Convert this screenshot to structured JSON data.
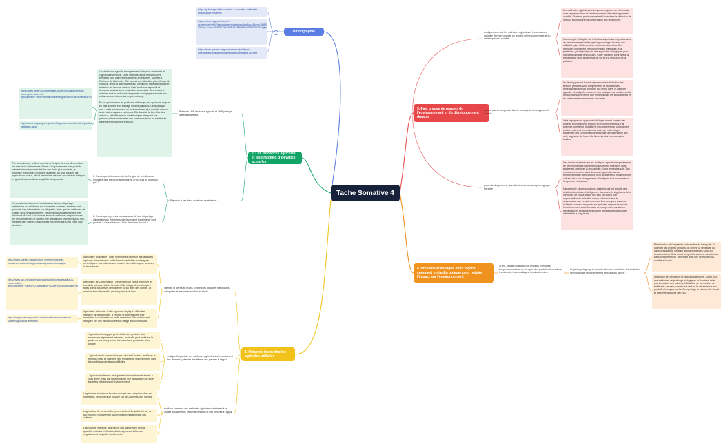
{
  "central": "Tache Somative 4",
  "bibliographie": {
    "title": "Bibliographie",
    "links": [
      "https://guide-agriculture.com/les-5-nouvelles-methodes-dagriculture-moderne/",
      "https://www.bing.com/search?q=methode+d%27agriculture+contemporaine&qs=&form=QBRE&sp=-1&lq=0&pq=methode+d%27agriculture+contemporaine&sc=0-35&sk=&cvid=7D18BC0DCB7E4B7EBDE6ADD8FDE47F8&ghsh=0&ghacc=0&ghpl=",
      "https://www.quebec.ca/gouvernement/politiques-orientations/politique-bioalimentaire/agriculture-durable"
    ]
  },
  "tendances": {
    "title": "2. Les tendances agricoles et les pratiques d'élevages actuelles",
    "presente": "Présente UNE tendance agricole et UNE pratique d'élevage actuelle.",
    "tendance_text": "Une tendance agricole émergente est l'adoption croissante de l'agriculture verticale. Cette méthode utilise des structures empilées pour cultiver des aliments en étagères, souvent à l'intérieur de bâtiments. Elle permet une utilisation plus efficace de l'espace, réduit la dépendance aux conditions météorologiques et minimise les besoins en eau. Cette tendance répond à la demande croissante de production alimentaire dans les zones urbaines tout en réduisant l'empreinte écologique associée aux cultures conventionnelles en plein champ.\n\nEn ce qui concerne les pratiques d'élevage, une approche de plus en plus adoptée est l'élevage en libre parcours. Cette pratique vise à offrir aux animaux un environnement plus naturel, avec un accès à des espaces extérieurs. Elle favorise le bien-être des animaux, réduit le besoin d'antibiotiques et répond aux préoccupations croissantes des consommateurs en matière de traitement éthique des animaux.",
    "link1": "https://www.cengn.ca/information-centre/innovation/vertical-farming-the-future-of-agriculture/#:~:text=Vertical%20farming%20is%20an%20indoor%20farming%20practice%20that,the%20same%20amount%20of%20land%20%25%20some%20%20then%20near%20",
    "link2": "https://www.mapaq.gouv.qc.ca/fr/Regions/montreal/articles/production/Pages/fermes-verticales.aspx",
    "repondre": "Réponds à ces deux questions de réflexion :",
    "q1": "1. Est-ce que tu tiens compte de l'origine de tes aliments lorsque tu fais tes choix alimentaires ? Pourquoi ou pourquoi pas ?",
    "a1": "Personnellement, je tiens compte de l'origine de mes aliments lors de mes choix alimentaires. Savoir d'où proviennent mes produits alimentaires me permet de faire des choix plus informés, je privilégie les sources locales et durables, car cela soutient les agriculteurs locaux, réduit l'empreinte carbone associée au transport et garantit une meilleure traçabilité des produits.",
    "q2": "2. Est-ce que tu prends connaissance de tout étiquetage alimentaire qui t'informe sur la façon dont les aliments sont produits ? Cela influence-t-il tes décisions d'achat ?",
    "a2": "Je prends effectivement connaissance de tout étiquetage alimentaire qui m'informe sur la manière dont mes aliments sont produits. Les informations sur l'étiquette, telles que les méthodes de culture ou d'élevage utilisées, influencent considérablement mes décisions d'achat. Les produits issus de méthodes respectueuses de l'environnement et du bien-être animal sont prioritaires pour moi, reflétant mes valeurs personnelles et contribuant à des choix plus durables."
  },
  "methodes": {
    "title": "1. Présente les méthodes agricoles utilisées",
    "identifie": "Identifie et décris au moins 3 méthodes agricoles spécifiques, adéquates et associées à celles à l'étude",
    "bio": "Agriculture Biologique : Cette méthode se base sur des pratiques agricoles durables sans l'utilisation de pesticides ou d'engrais synthétiques. Les cultures sont souvent diversifiées pour favoriser la biodiversité.",
    "conservation": "Agriculture de Conservation : Cette méthode vise à minimiser le travail du sol pour réduire l'érosion. Elle intègre des techniques telles que la couverture permanente du sol avec des plantes, la rotation des cultures et la gestion précise de l'eau.",
    "intensive": "Agriculture intensive : Cette approche implique l'utilisation intensive de technologies, d'engrais et de pesticides pour maximiser le rendement par unité de surface. Elle est souvent marquée par une monoculture et un usage accru d'efficacité.",
    "link_bio": "https://www.quebec.ca/agriculture-environnement-et-ressources-naturelles/agriculture/agriculture-biologique",
    "link_cons": "https://www.fao.org/conservation-agriculture/overview/what-is-conservation-agriculture/fr/#:~:text=L%27agriculture%20de%20conservation%20est%20un%20syst%C3%A8me%20cultural%20qui,%20un%20sol%20%C3%A9galement%20pendant%20des%C3%A9s%20%C3%A9g%C3%A9t%C3%A9s",
    "link_int": "https://nowyourenoneproject.com/actualites-environnement-societe/agriculture-intensive/",
    "impact": "explique l'impact de ces méthodes agricoles sur le rendement des aliments, présente des faits et des preuves à l'appui",
    "impact_bio": "L'agriculture biologique peut initialement produire des rendements légèrement inférieurs, mais elle peut améliorer la qualité du sol à long terme, favorisant une production plus durable.",
    "impact_cons": "L'agriculture de conservation peut réduire l'érosion, améliorer la rétention d'eau et maintenir des rendements stables même dans des conditions climatiques difficiles.",
    "impact_int": "L'agriculture intensive peut générer des rendements élevés à court terme, mais elle peut entraîner une dégradation du sol et des effets néfastes sur l'environnement.",
    "qualite": "explique comment ces méthodes agricoles contribuent à la qualité des aliments; présente des faits et des preuves à l'appui.",
    "qualite_bio": "L'agriculture biologique favorise souvent des sols plus riches en nutriments, ce qui peut se traduire par des aliments plus nutritifs.",
    "qualite_cons": "L'agriculture de conservation peut maintenir la qualité du sol, ce qui influence positivement la composition nutritionnelle des cultures.",
    "qualite_int": "L'agriculture intensive peut fournir des aliments en grande quantité, mais les méthodes utilisées peuvent influencer négativement la qualité nutritionnelle."
  },
  "respect": {
    "title": "3. Fais preuve de respect de l'environnement et du développement durable",
    "explique": "explique comment les méthodes agricoles et les tendances agricoles tiennent compte du respect de l'environnement et du développement durable.",
    "explique_a": "Les méthodes agricoles contemporaines jouent un rôle crucial dans la préservation de l'environnement et le développement durable. Plusieurs pratiques mettent l'accent sur la réduction de l'impact écologique et la conservation des ressources.",
    "explique_b": "Par exemple, l'adoption de techniques agricoles respectueuses de l'environnement, telles que l'agroécologie, favorise une utilisation plus efficiente des ressources naturelles. Ces méthodes minimisent l'emploi d'engrais chimiques et de pesticides, privilégiant plutôt des approches biologiques pour maintenir la santé des cultures. Cette transition contribue à la préservation de la biodiversité du sol et à la réduction de la pollution.",
    "montre": "montre que tu comprends bien le concept du développement durable.",
    "montre_a": "Le développement durable repose sur la satisfaction des besoins présents sans compromettre la capacité des générations futures à répondre aux leurs. Dans le contexte agricole, cela signifie concevoir des pratiques qui soutiennent la productivité à long terme tout en respectant les écosystèmes et en préservant les ressources naturelles.",
    "montre_b": "Cela implique une approche holistique, tenant compte des aspects économiques, sociaux et environnementaux. Par exemple, une ferme durable ne se concentre pas uniquement sur le rendement immédiat des cultures, mais intègre également des considérations telles que la conservation des sols, la gestion de l'eau et le bien-être des communautés locales.",
    "preuves": "présente des preuves, des faits et des exemples pour appuyer tes idées",
    "preuves_a": "Des études montrent que les pratiques agricoles respectueuses de l'environnement peuvent non seulement maintenir, mais également améliorer la productivité à long terme des sols. Des recherches menées dans diverses régions du monde démontrent que l'agroécologie peut augmenter la résilience des cultures face aux changements climatiques tout en minimisant l'empreinte écologique.",
    "preuves_b": "Par exemple, des exploitations agricoles qui ont adopté des rotations de cultures intelligentes, des couverts végétaux et des méthodes de conservation des sols ont connu une augmentation de la fertilité du sol, réduisant ainsi la dépendance aux intrants externes. Ces exemples concrets illustrent comment les pratiques agricoles respectueuses de l'environnement contribuent au développement durable en préservant les écosystèmes tout en garantissant la sécurité alimentaire à long terme."
  },
  "jardin": {
    "title": "4. Présente et explique deux façons comment un jardin potager peut réduire l'impact sur l'environnement",
    "ex": "(p. ex., réduire l'utilisation de produits chimiques, l'empreinte carbone du transport des produits alimentaires, les déchets, les emballages, la pollution, etc.).",
    "contribue": "Un jardin potager peut considérablement contribuer à la réduction de l'impact sur l'environnement de plusieurs façons :",
    "a": "Minimisation de l'empreinte carbone liée au transport : En cultivant ses propres produits, on élimine la nécessité du transport à longue distance depuis les fermes jusqu'au consommateur. Cela réduit l'empreinte carbone associée au transport alimentaire, favorisant ainsi une approche plus durable et locale.",
    "b": "Réduction de l'utilisation de produits chimiques : Opter pour des méthodes de jardinage biologiques et durables, telles que la rotation des cultures, l'utilisation de compost et de fertilisants naturels, contribue à réduire la dépendance aux produits chimiques nocifs. Cela protège la biodiversité du sol et préserve la qualité de l'eau."
  }
}
